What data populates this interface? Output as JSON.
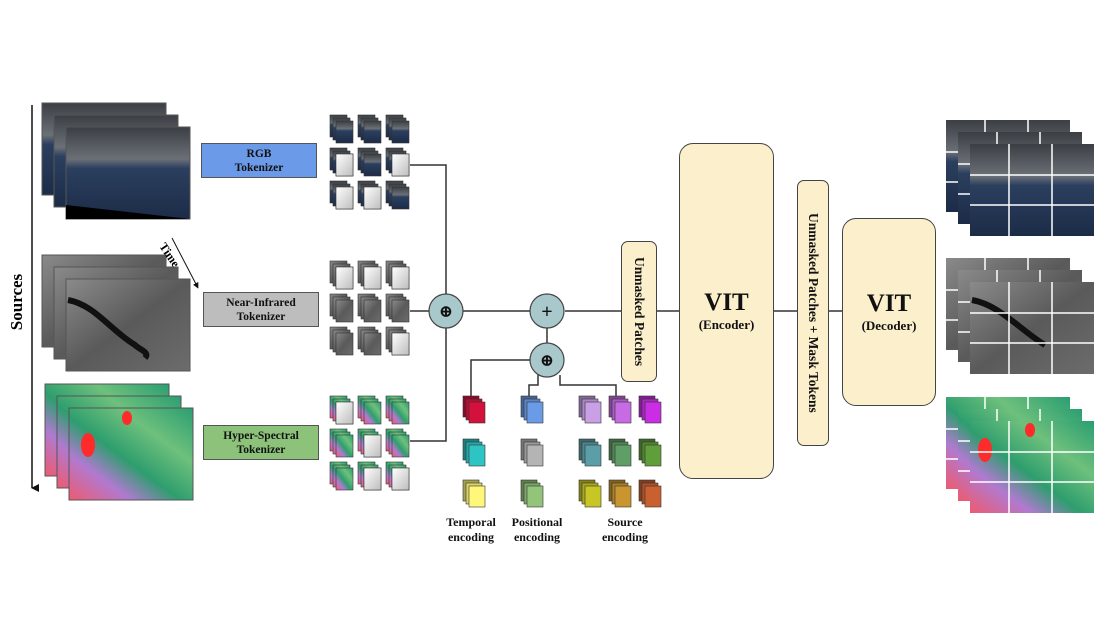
{
  "figure": {
    "axes": {
      "sources_label": "Sources",
      "time_label": "Time"
    },
    "inputs": [
      {
        "name": "rgb",
        "image_kind": "rgb-satellite-stack",
        "tokenizer": [
          "RGB",
          "Tokenizer"
        ],
        "tokenizer_color": "#6b9be8"
      },
      {
        "name": "nir",
        "image_kind": "near-infrared-satellite-stack",
        "tokenizer": [
          "Near-Infrared",
          "Tokenizer"
        ],
        "tokenizer_color": "#bdbdbd"
      },
      {
        "name": "hsi",
        "image_kind": "hyperspectral-satellite-stack",
        "tokenizer": [
          "Hyper-Spectral",
          "Tokenizer"
        ],
        "tokenizer_color": "#8cc27a"
      }
    ],
    "operators": {
      "concat_symbol": "⊕",
      "add_symbol": "+",
      "concat_enc_symbol": "⊕"
    },
    "encodings": {
      "temporal": {
        "label": [
          "Temporal",
          "encoding"
        ],
        "colors": [
          "#d4103c",
          "#2ec4c4",
          "#fff77a"
        ]
      },
      "positional": {
        "label": [
          "Positional",
          "encoding"
        ],
        "colors": [
          "#6a9be6",
          "#b4b4b4",
          "#92c47a"
        ]
      },
      "source": {
        "label": [
          "Source",
          "encoding"
        ],
        "colors": [
          "#c9a0e6",
          "#c66be4",
          "#c92de4",
          "#5b9ea8",
          "#5f9e66",
          "#5f9e3a",
          "#c8c624",
          "#c9952f",
          "#c96030"
        ]
      }
    },
    "blocks": {
      "unmasked_patches": "Unmasked Patches",
      "encoder_title": "VIT",
      "encoder_sub": "(Encoder)",
      "unmasked_plus_mask": "Unmasked Patches + Mask Tokens",
      "decoder_title": "VIT",
      "decoder_sub": "(Decoder)"
    },
    "colors": {
      "operator_fill": "#a9c8cc",
      "block_fill": "#fcefcc",
      "line": "#333333"
    }
  }
}
